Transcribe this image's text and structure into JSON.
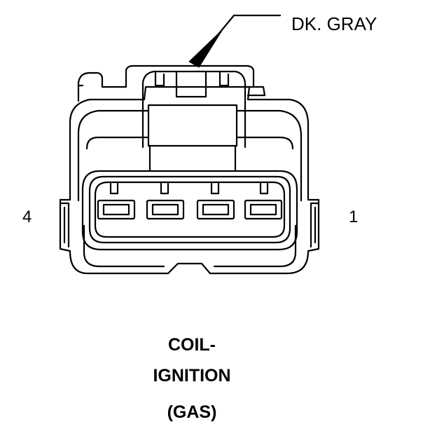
{
  "callout": {
    "wire_color": "DK. GRAY"
  },
  "pins": {
    "left": "4",
    "right": "1"
  },
  "caption": {
    "line1": "COIL-",
    "line2": "IGNITION",
    "line3": "(GAS)"
  },
  "colors": {
    "ink": "#000000",
    "background": "#ffffff"
  }
}
